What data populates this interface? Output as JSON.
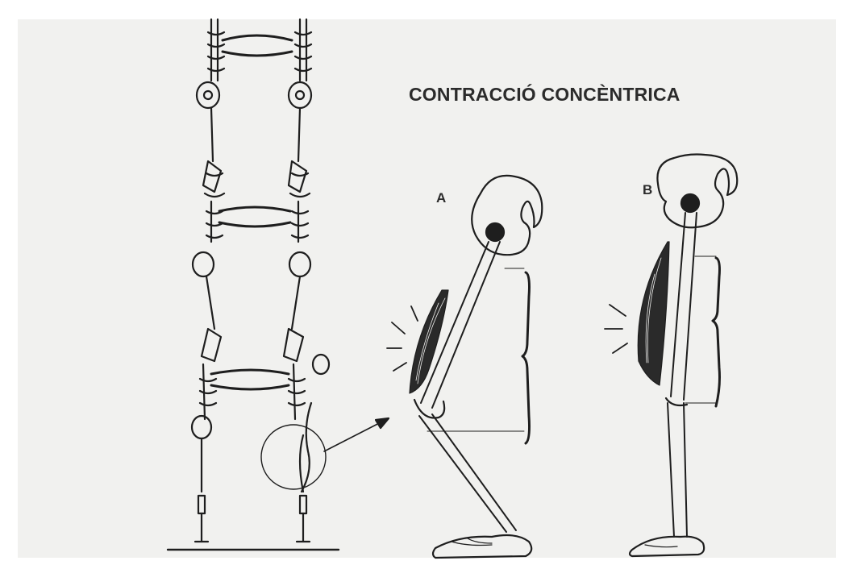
{
  "title": "CONTRACCIÓ CONCÈNTRICA",
  "panels": [
    {
      "label": "A"
    },
    {
      "label": "B"
    }
  ]
}
